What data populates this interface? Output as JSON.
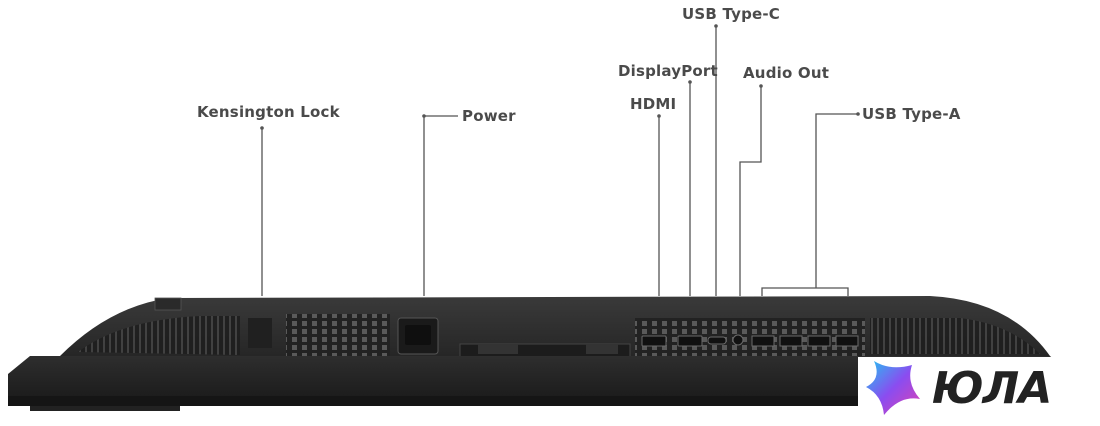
{
  "labels": {
    "kensington": "Kensington Lock",
    "power": "Power",
    "hdmi": "HDMI",
    "displayport": "DisplayPort",
    "usb_c": "USB Type-C",
    "audio": "Audio Out",
    "usb_a": "USB Type-A"
  },
  "watermark": {
    "text": "ЮЛА",
    "icon": "star-logo-icon"
  },
  "colors": {
    "label_text": "#4a4a4a",
    "monitor_body": "#2c2c2c",
    "accent_gradient": [
      "#22c4f2",
      "#8a4df0",
      "#e040b0"
    ]
  }
}
